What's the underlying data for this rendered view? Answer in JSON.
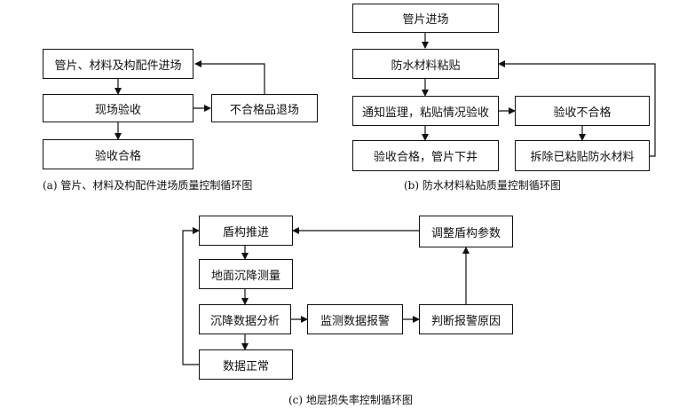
{
  "diagram_a": {
    "caption": "(a) 管片、材料及构配件进场质量控制循环图",
    "nodes": {
      "entry": "管片、材料及构配件进场",
      "inspect": "现场验收",
      "reject": "不合格品退场",
      "pass": "验收合格"
    }
  },
  "diagram_b": {
    "caption": "(b) 防水材料粘贴质量控制循环图",
    "nodes": {
      "entry": "管片进场",
      "paste": "防水材料粘贴",
      "notify": "通知监理，粘贴情况验收",
      "fail": "验收不合格",
      "pass": "验收合格，管片下井",
      "remove": "拆除已粘贴防水材料"
    }
  },
  "diagram_c": {
    "caption": "(c) 地层损失率控制循环图",
    "nodes": {
      "advance": "盾构推进",
      "measure": "地面沉降测量",
      "analyze": "沉降数据分析",
      "normal": "数据正常",
      "alarm": "监测数据报警",
      "judge": "判断报警原因",
      "adjust": "调整盾构参数"
    }
  }
}
